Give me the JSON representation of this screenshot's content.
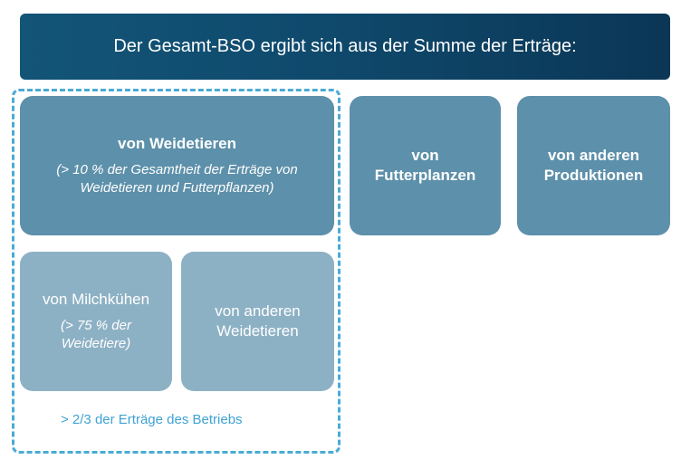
{
  "header": {
    "title": "Der Gesamt-BSO ergibt sich aus der Summe der Erträge:"
  },
  "boxes": {
    "weidetiere": {
      "title": "von Weidetieren",
      "subtitle": "(> 10 % der Gesamtheit der Erträge von Weidetieren und Futterpflanzen)"
    },
    "futterpflanzen": {
      "title": "von Futterplanzen"
    },
    "andere_produktionen": {
      "title": "von anderen Produktionen"
    },
    "milchkuehe": {
      "title": "von Milchkühen",
      "subtitle": "(> 75 % der Weidetiere)"
    },
    "andere_weidetiere": {
      "title": "von anderen Weidetieren"
    }
  },
  "note": "> 2/3 der Erträge des Betriebs",
  "colors": {
    "header": "#0f4a6d",
    "dark_box": "#5d90aa",
    "light_box": "#8db1c4",
    "dashed_border": "#4aaad6",
    "note_text": "#3fa2d2"
  }
}
